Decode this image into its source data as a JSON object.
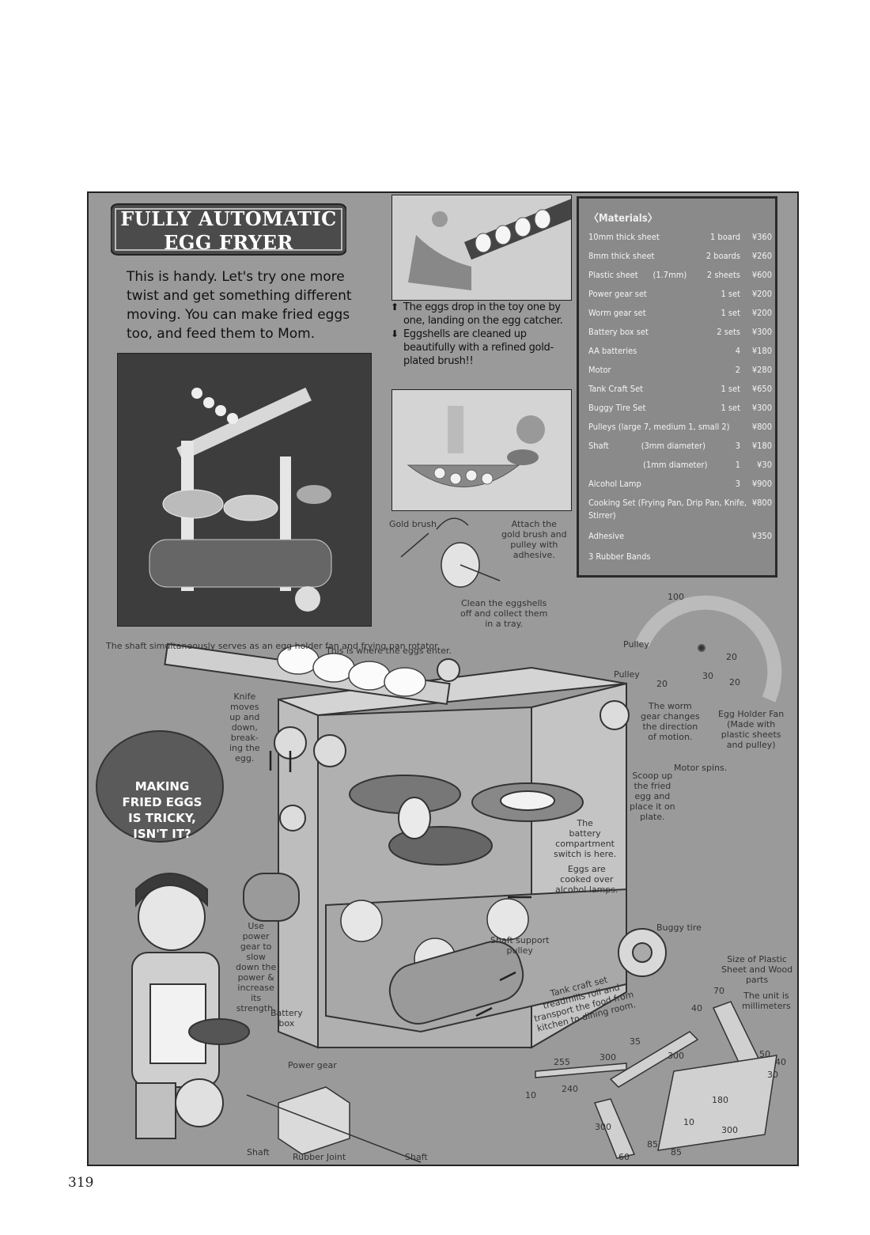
{
  "title": {
    "line1": "FULLY AUTOMATIC",
    "line2": "EGG FRYER"
  },
  "intro": "This is handy. Let's try one more twist and get something different moving. You can make fried eggs too, and feed them to Mom.",
  "caption": {
    "up": "The eggs drop in the toy one by one, landing on the egg catcher.",
    "down": "Eggshells are cleaned up beautifully with a refined gold-plated brush!!"
  },
  "materials": {
    "title": "〈Materials〉",
    "rows": [
      {
        "name": "10mm thick sheet",
        "qty": "1 board",
        "price": "¥360"
      },
      {
        "name": "8mm thick sheet",
        "qty": "2 boards",
        "price": "¥260"
      },
      {
        "name": "Plastic sheet      (1.7mm)",
        "qty": "2 sheets",
        "price": "¥600"
      },
      {
        "name": "Power gear set",
        "qty": "1 set",
        "price": "¥200"
      },
      {
        "name": "Worm gear set",
        "qty": "1 set",
        "price": "¥200"
      },
      {
        "name": "Battery box set",
        "qty": "2 sets",
        "price": "¥300"
      },
      {
        "name": "AA batteries",
        "qty": "4",
        "price": "¥180"
      },
      {
        "name": "Motor",
        "qty": "2",
        "price": "¥280"
      },
      {
        "name": "Tank Craft Set",
        "qty": "1 set",
        "price": "¥650"
      },
      {
        "name": "Buggy Tire Set",
        "qty": "1 set",
        "price": "¥300"
      },
      {
        "name": "Pulleys (large 7, medium 1, small 2)",
        "qty": "",
        "price": "¥800"
      },
      {
        "name": "Shaft             (3mm diameter)",
        "qty": "3",
        "price": "¥180"
      },
      {
        "name": "                      (1mm diameter)",
        "qty": "1",
        "price": "¥30"
      },
      {
        "name": "Alcohol Lamp",
        "qty": "3",
        "price": "¥900"
      },
      {
        "name": "Cooking Set (Frying Pan, Drip Pan, Knife,",
        "qty": "",
        "price": "¥800"
      },
      {
        "name": "Stirrer)",
        "qty": "",
        "price": ""
      },
      {
        "name": "Adhesive",
        "qty": "",
        "price": "¥350"
      },
      {
        "name": "3 Rubber Bands",
        "qty": "",
        "price": ""
      }
    ]
  },
  "labels": {
    "gold_brush": "Gold brush",
    "attach": "Attach the\ngold brush and\npulley with\nadhesive.",
    "clean": "Clean the eggshells\noff and collect them\nin a tray.",
    "shaft_serves": "The shaft simultaneously serves as an egg holder fan and frying pan rotator.",
    "eggs_enter": "This is where the eggs enter.",
    "pulley1": "Pulley",
    "pulley2": "Pulley",
    "worm": "The worm\ngear changes\nthe direction\nof motion.",
    "egg_holder": "Egg Holder Fan\n(Made with\nplastic sheets\nand pulley)",
    "knife": "Knife\nmoves\nup and\ndown,\nbreak-\ning the\negg.",
    "motor_spins": "Motor spins.",
    "scoop": "Scoop up\nthe fried\negg and\nplace it on\nplate.",
    "battery_switch": "The\nbattery\ncompartment\nswitch is here.",
    "eggs_cooked": "Eggs are\ncooked over\nalcohol lamps.",
    "buggy": "Buggy tire",
    "power_gear_use": "Use\npower\ngear to\nslow\ndown the\npower &\nincrease\nits\nstrength.",
    "shaft_support": "Shaft support\npulley",
    "battery_box": "Battery\nbox",
    "tank": "Tank craft set\ntreadmills roll and\ntransport the food from\nkitchen to dining room.",
    "size": "Size of Plastic\nSheet and Wood\nparts",
    "unit": "The unit is\nmillimeters",
    "power_gear": "Power gear",
    "shaft_a": "Shaft",
    "rubber": "Rubber Joint",
    "shaft_b": "Shaft",
    "dims": [
      "100",
      "20",
      "20",
      "30",
      "20",
      "70",
      "40",
      "300",
      "35",
      "255",
      "300",
      "240",
      "10",
      "300",
      "50",
      "40",
      "30",
      "180",
      "10",
      "300",
      "85",
      "85",
      "60"
    ]
  },
  "balloon": "MAKING\nFRIED EGGS\nIS TRICKY,\nISN'T IT?",
  "page_number": "319"
}
